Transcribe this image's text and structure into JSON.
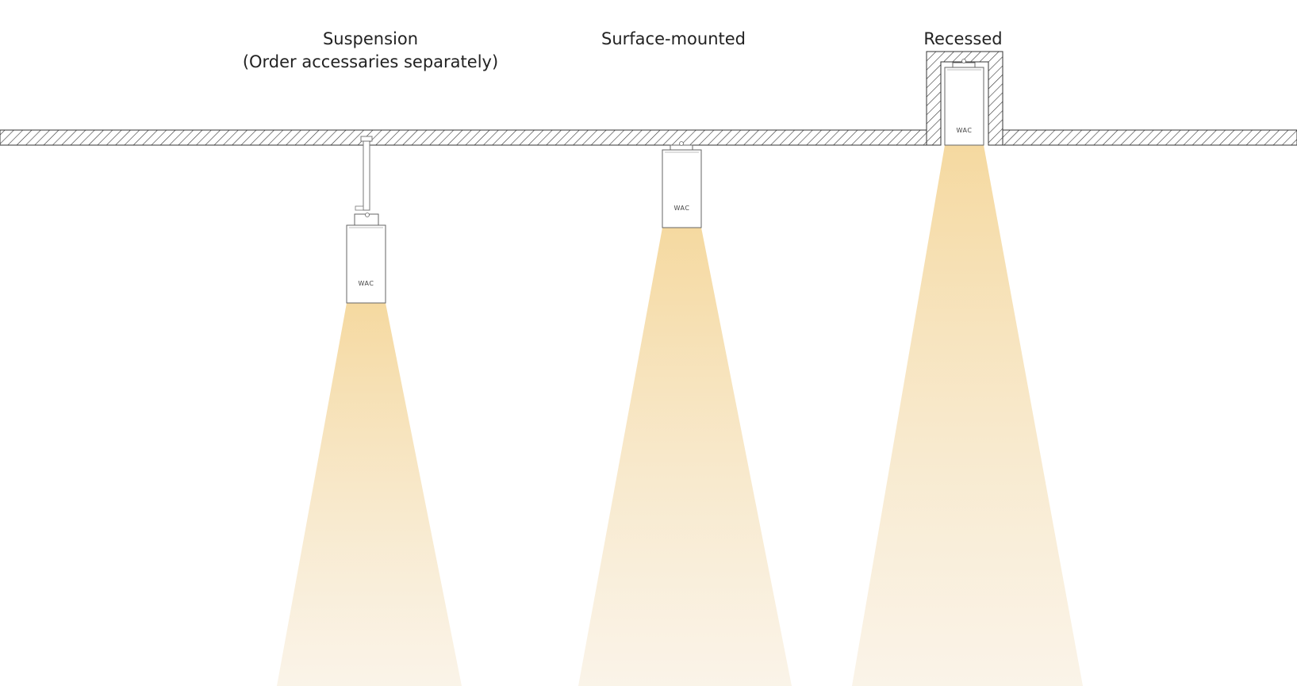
{
  "mounting_options": {
    "suspension": {
      "title": "Suspension",
      "note": "(Order accessaries separately)",
      "brand": "WAC"
    },
    "surface": {
      "title": "Surface-mounted",
      "brand": "WAC"
    },
    "recessed": {
      "title": "Recessed",
      "brand": "WAC"
    }
  },
  "colors": {
    "beam": "#f5d9a0",
    "ceiling_hatch": "#333333",
    "fixture_stroke": "#555555"
  }
}
